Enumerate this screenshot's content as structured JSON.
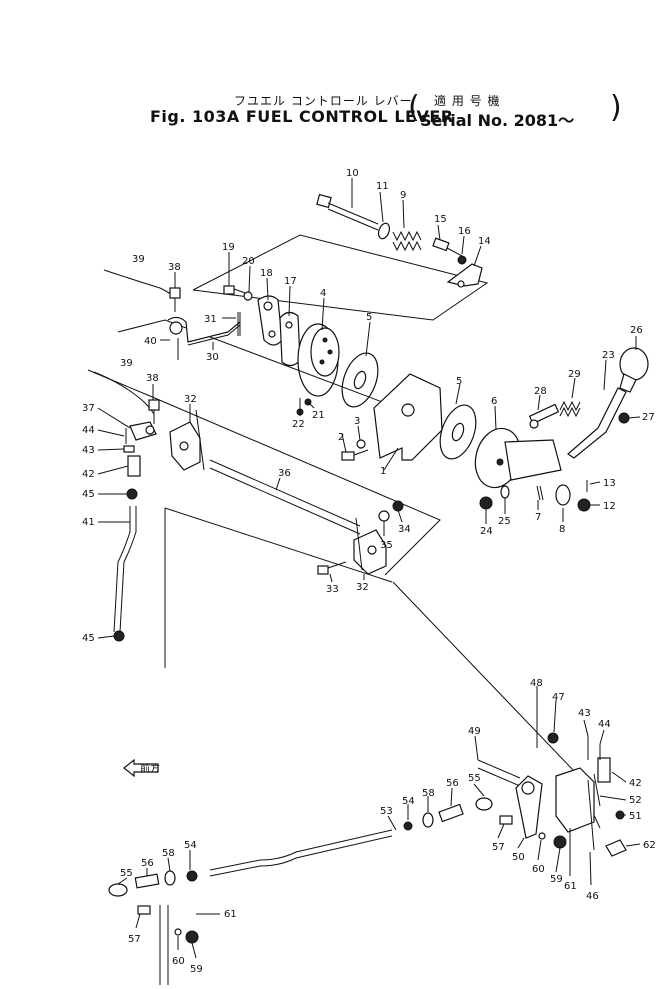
{
  "header": {
    "jp_title": "フユエル コントロール レバー",
    "en_title": "Fig. 103A FUEL CONTROL LEVER",
    "jp_applicable": "適 用 号 機",
    "serial": "Serial No. 2081～"
  },
  "front_arrow_label": "前方",
  "callouts": {
    "c10": "10",
    "c11": "11",
    "c9": "9",
    "c15": "15",
    "c16": "16",
    "c14": "14",
    "c39a": "39",
    "c38a": "38",
    "c19": "19",
    "c20": "20",
    "c18": "18",
    "c17": "17",
    "c4": "4",
    "c5a": "5",
    "c31": "31",
    "c40": "40",
    "c30": "30",
    "c22": "22",
    "c21": "21",
    "c26": "26",
    "c23": "23",
    "c28": "28",
    "c29": "29",
    "c27": "27",
    "c39b": "39",
    "c38b": "38",
    "c37": "37",
    "c44a": "44",
    "c43a": "43",
    "c42a": "42",
    "c45a": "45",
    "c41": "41",
    "c32a": "32",
    "c36": "36",
    "c3": "3",
    "c2": "2",
    "c1": "1",
    "c5b": "5",
    "c6": "6",
    "c13": "13",
    "c12": "12",
    "c8": "8",
    "c7": "7",
    "c25": "25",
    "c24": "24",
    "c34": "34",
    "c35": "35",
    "c33": "33",
    "c32b": "32",
    "c45b": "45",
    "c48": "48",
    "c47": "47",
    "c43b": "43",
    "c44b": "44",
    "c42b": "42",
    "c49": "49",
    "c52": "52",
    "c51": "51",
    "c62": "62",
    "c55a": "55",
    "c56a": "56",
    "c58a": "58",
    "c54a": "54",
    "c53": "53",
    "c57a": "57",
    "c50": "50",
    "c60a": "60",
    "c59a": "59",
    "c61a": "61",
    "c46": "46",
    "c55b": "55",
    "c56b": "56",
    "c58b": "58",
    "c54b": "54",
    "c57b": "57",
    "c60b": "60",
    "c59b": "59",
    "c61b": "61"
  }
}
